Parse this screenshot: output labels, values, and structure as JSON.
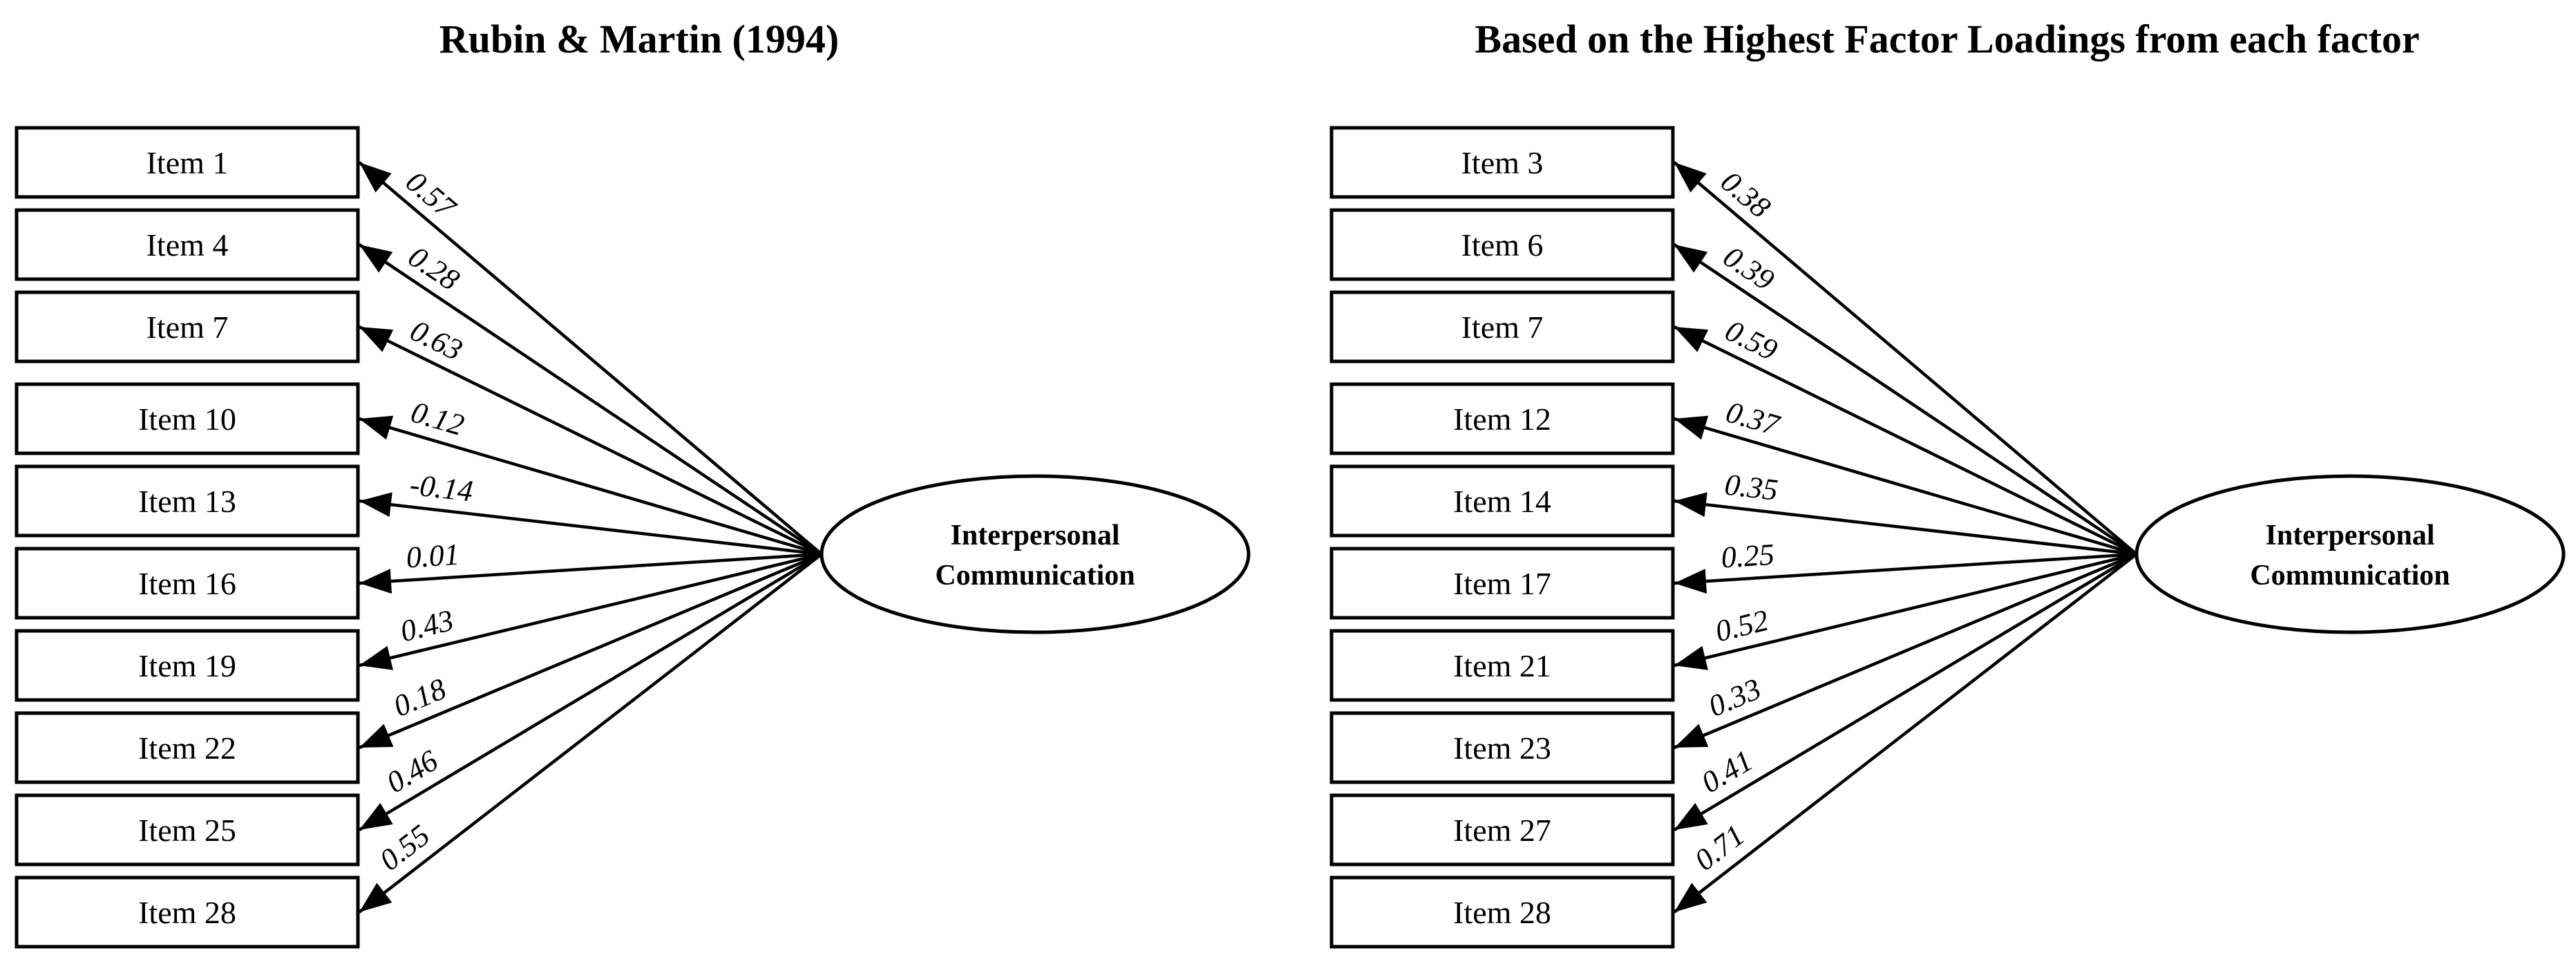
{
  "page": {
    "background_color": "#ffffff",
    "ink_color": "#000000"
  },
  "diagrams": [
    {
      "id": "left",
      "title": "Rubin & Martin (1994)",
      "latent_factor": {
        "label_line1": "Interpersonal",
        "label_line2": "Communication"
      },
      "indicators": [
        {
          "item": "Item 1",
          "loading": "0.57"
        },
        {
          "item": "Item 4",
          "loading": "0.28"
        },
        {
          "item": "Item 7",
          "loading": "0.63"
        },
        {
          "item": "Item 10",
          "loading": "0.12"
        },
        {
          "item": "Item 13",
          "loading": "-0.14"
        },
        {
          "item": "Item 16",
          "loading": "0.01"
        },
        {
          "item": "Item 19",
          "loading": "0.43"
        },
        {
          "item": "Item 22",
          "loading": "0.18"
        },
        {
          "item": "Item 25",
          "loading": "0.46"
        },
        {
          "item": "Item 28",
          "loading": "0.55"
        }
      ]
    },
    {
      "id": "right",
      "title": "Based on the Highest Factor Loadings from each factor",
      "latent_factor": {
        "label_line1": "Interpersonal",
        "label_line2": "Communication"
      },
      "indicators": [
        {
          "item": "Item 3",
          "loading": "0.38"
        },
        {
          "item": "Item 6",
          "loading": "0.39"
        },
        {
          "item": "Item 7",
          "loading": "0.59"
        },
        {
          "item": "Item 12",
          "loading": "0.37"
        },
        {
          "item": "Item 14",
          "loading": "0.35"
        },
        {
          "item": "Item 17",
          "loading": "0.25"
        },
        {
          "item": "Item 21",
          "loading": "0.52"
        },
        {
          "item": "Item 23",
          "loading": "0.33"
        },
        {
          "item": "Item 27",
          "loading": "0.41"
        },
        {
          "item": "Item 28",
          "loading": "0.71"
        }
      ]
    }
  ]
}
